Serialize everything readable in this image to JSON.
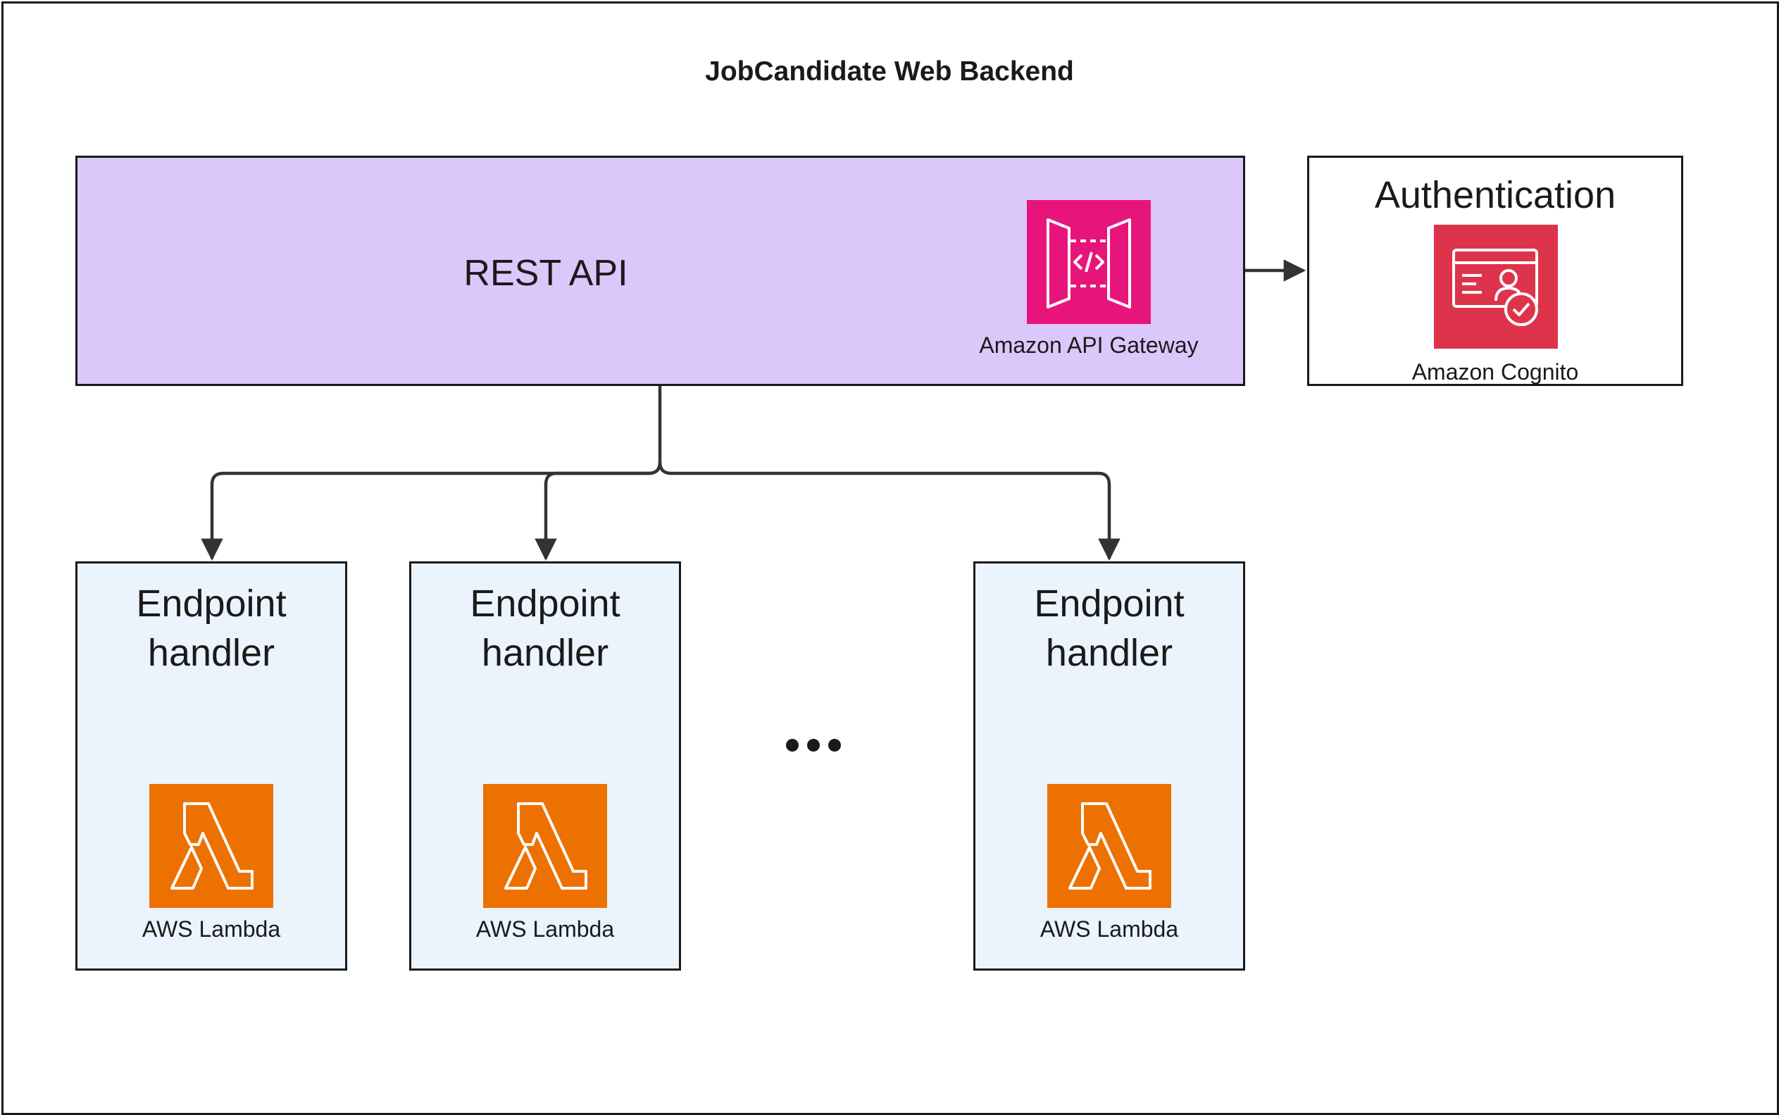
{
  "diagram": {
    "title": "JobCandidate Web Backend",
    "rest_api": {
      "label": "REST API",
      "service": {
        "icon": "api-gateway-icon",
        "label": "Amazon API Gateway",
        "color": "#e7157b"
      }
    },
    "authentication": {
      "label": "Authentication",
      "service": {
        "icon": "cognito-icon",
        "label": "Amazon Cognito",
        "color": "#dd344c"
      }
    },
    "handlers": [
      {
        "title": "Endpoint handler",
        "service": {
          "icon": "lambda-icon",
          "label": "AWS Lambda",
          "color": "#ed7100"
        }
      },
      {
        "title": "Endpoint handler",
        "service": {
          "icon": "lambda-icon",
          "label": "AWS Lambda",
          "color": "#ed7100"
        }
      },
      {
        "title": "Endpoint handler",
        "service": {
          "icon": "lambda-icon",
          "label": "AWS Lambda",
          "color": "#ed7100"
        }
      }
    ],
    "ellipsis": "•••",
    "colors": {
      "rest_api_fill": "#dcc7fb",
      "handler_fill": "#ebf4fc",
      "stroke": "#1a1a1a"
    }
  }
}
